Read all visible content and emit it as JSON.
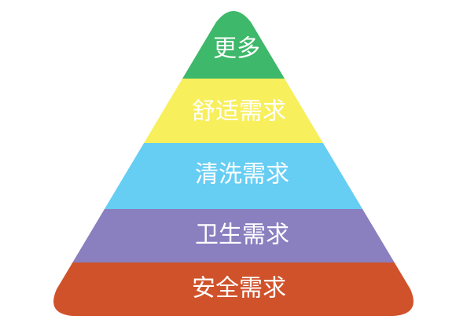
{
  "pyramid": {
    "tiers": [
      {
        "label": "更多",
        "color": "#3eb86a"
      },
      {
        "label": "舒适需求",
        "color": "#f7ef5c"
      },
      {
        "label": "清洗需求",
        "color": "#66cdf3"
      },
      {
        "label": "卫生需求",
        "color": "#8a7fbf"
      },
      {
        "label": "安全需求",
        "color": "#d0522a"
      }
    ]
  }
}
